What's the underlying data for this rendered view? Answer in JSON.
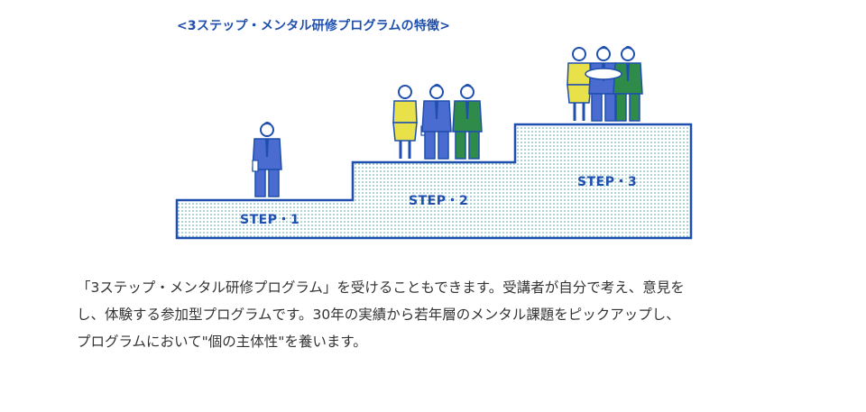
{
  "diagram": {
    "caption": "<3ステップ・メンタル研修プログラムの特徴>",
    "steps": [
      {
        "label": "STEP・1"
      },
      {
        "label": "STEP・2"
      },
      {
        "label": "STEP・3"
      }
    ],
    "colors": {
      "outline": "#1f4fae",
      "dot": "#4aa5a3",
      "suit_blue": "#4a6bd0",
      "suit_green": "#2e8b4a",
      "suit_yellow": "#e8e14a"
    }
  },
  "description": {
    "lines": [
      "「3ステップ・メンタル研修プログラム」を受けることもできます。受講者が自分で考え、意見を",
      "し、体験する参加型プログラムです。30年の実績から若年層のメンタル課題をピックアップし、",
      "プログラムにおいて\"個の主体性\"を養います。"
    ]
  }
}
